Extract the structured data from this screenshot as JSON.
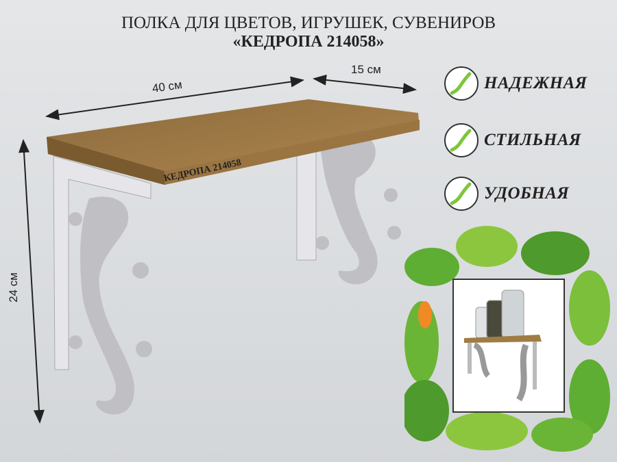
{
  "title": {
    "line1": "ПОЛКА ДЛЯ ЦВЕТОВ, ИГРУШЕК, СУВЕНИРОВ",
    "line2": "«КЕДРОПА 214058»"
  },
  "dimensions": {
    "width": "40 см",
    "depth": "15 см",
    "height": "24 см"
  },
  "shelf_label": "КЕДРОПА 214058",
  "features": [
    {
      "label": "НАДЕЖНАЯ",
      "icon": "lizard-icon"
    },
    {
      "label": "СТИЛЬНАЯ",
      "icon": "lizard-icon"
    },
    {
      "label": "УДОБНАЯ",
      "icon": "lizard-icon"
    }
  ],
  "colors": {
    "wood": "#a07c45",
    "bracket": "#bdbdc2",
    "leaf": "#6fb83a"
  }
}
